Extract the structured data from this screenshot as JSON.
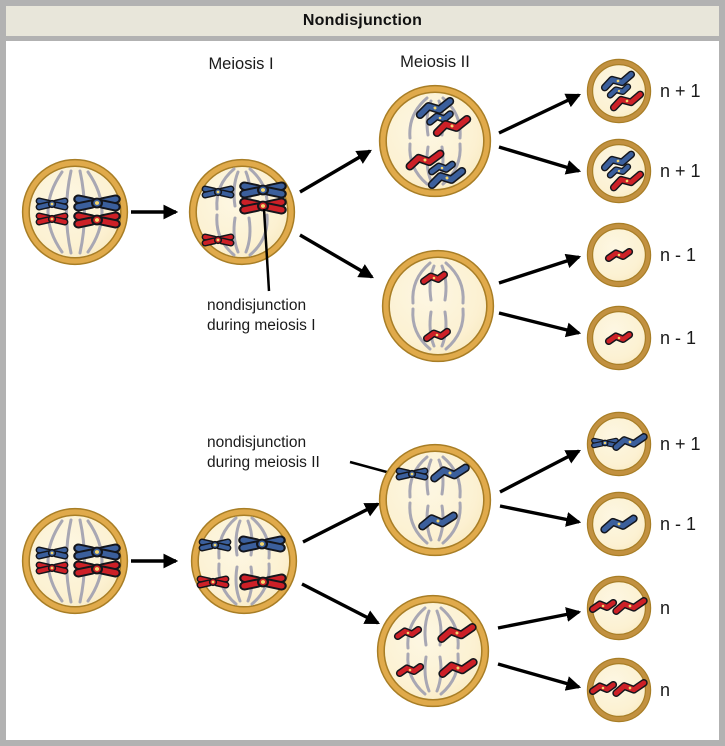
{
  "title": "Nondisjunction",
  "column_labels": {
    "meiosis1": "Meiosis I",
    "meiosis2": "Meiosis II"
  },
  "annotations": {
    "meiosis1": {
      "line1": "nondisjunction",
      "line2": "during meiosis I"
    },
    "meiosis2": {
      "line1": "nondisjunction",
      "line2": "during meiosis II"
    }
  },
  "outcomes": {
    "top": [
      "n + 1",
      "n + 1",
      "n - 1",
      "n - 1"
    ],
    "bottom": [
      "n + 1",
      "n - 1",
      "n",
      "n"
    ]
  },
  "colors": {
    "frame": "#b2b2b2",
    "title_bg": "#e8e6da",
    "cell_fill": "#fcf1d2",
    "cell_membrane": "#dfa94a",
    "cell_membrane_edge": "#a87e26",
    "spindle_fiber": "#a8a7b3",
    "chromosome_blue": "#3b5f9c",
    "chromosome_red": "#cd2027",
    "centromere": "#f3d66f",
    "arrow": "#000000"
  }
}
